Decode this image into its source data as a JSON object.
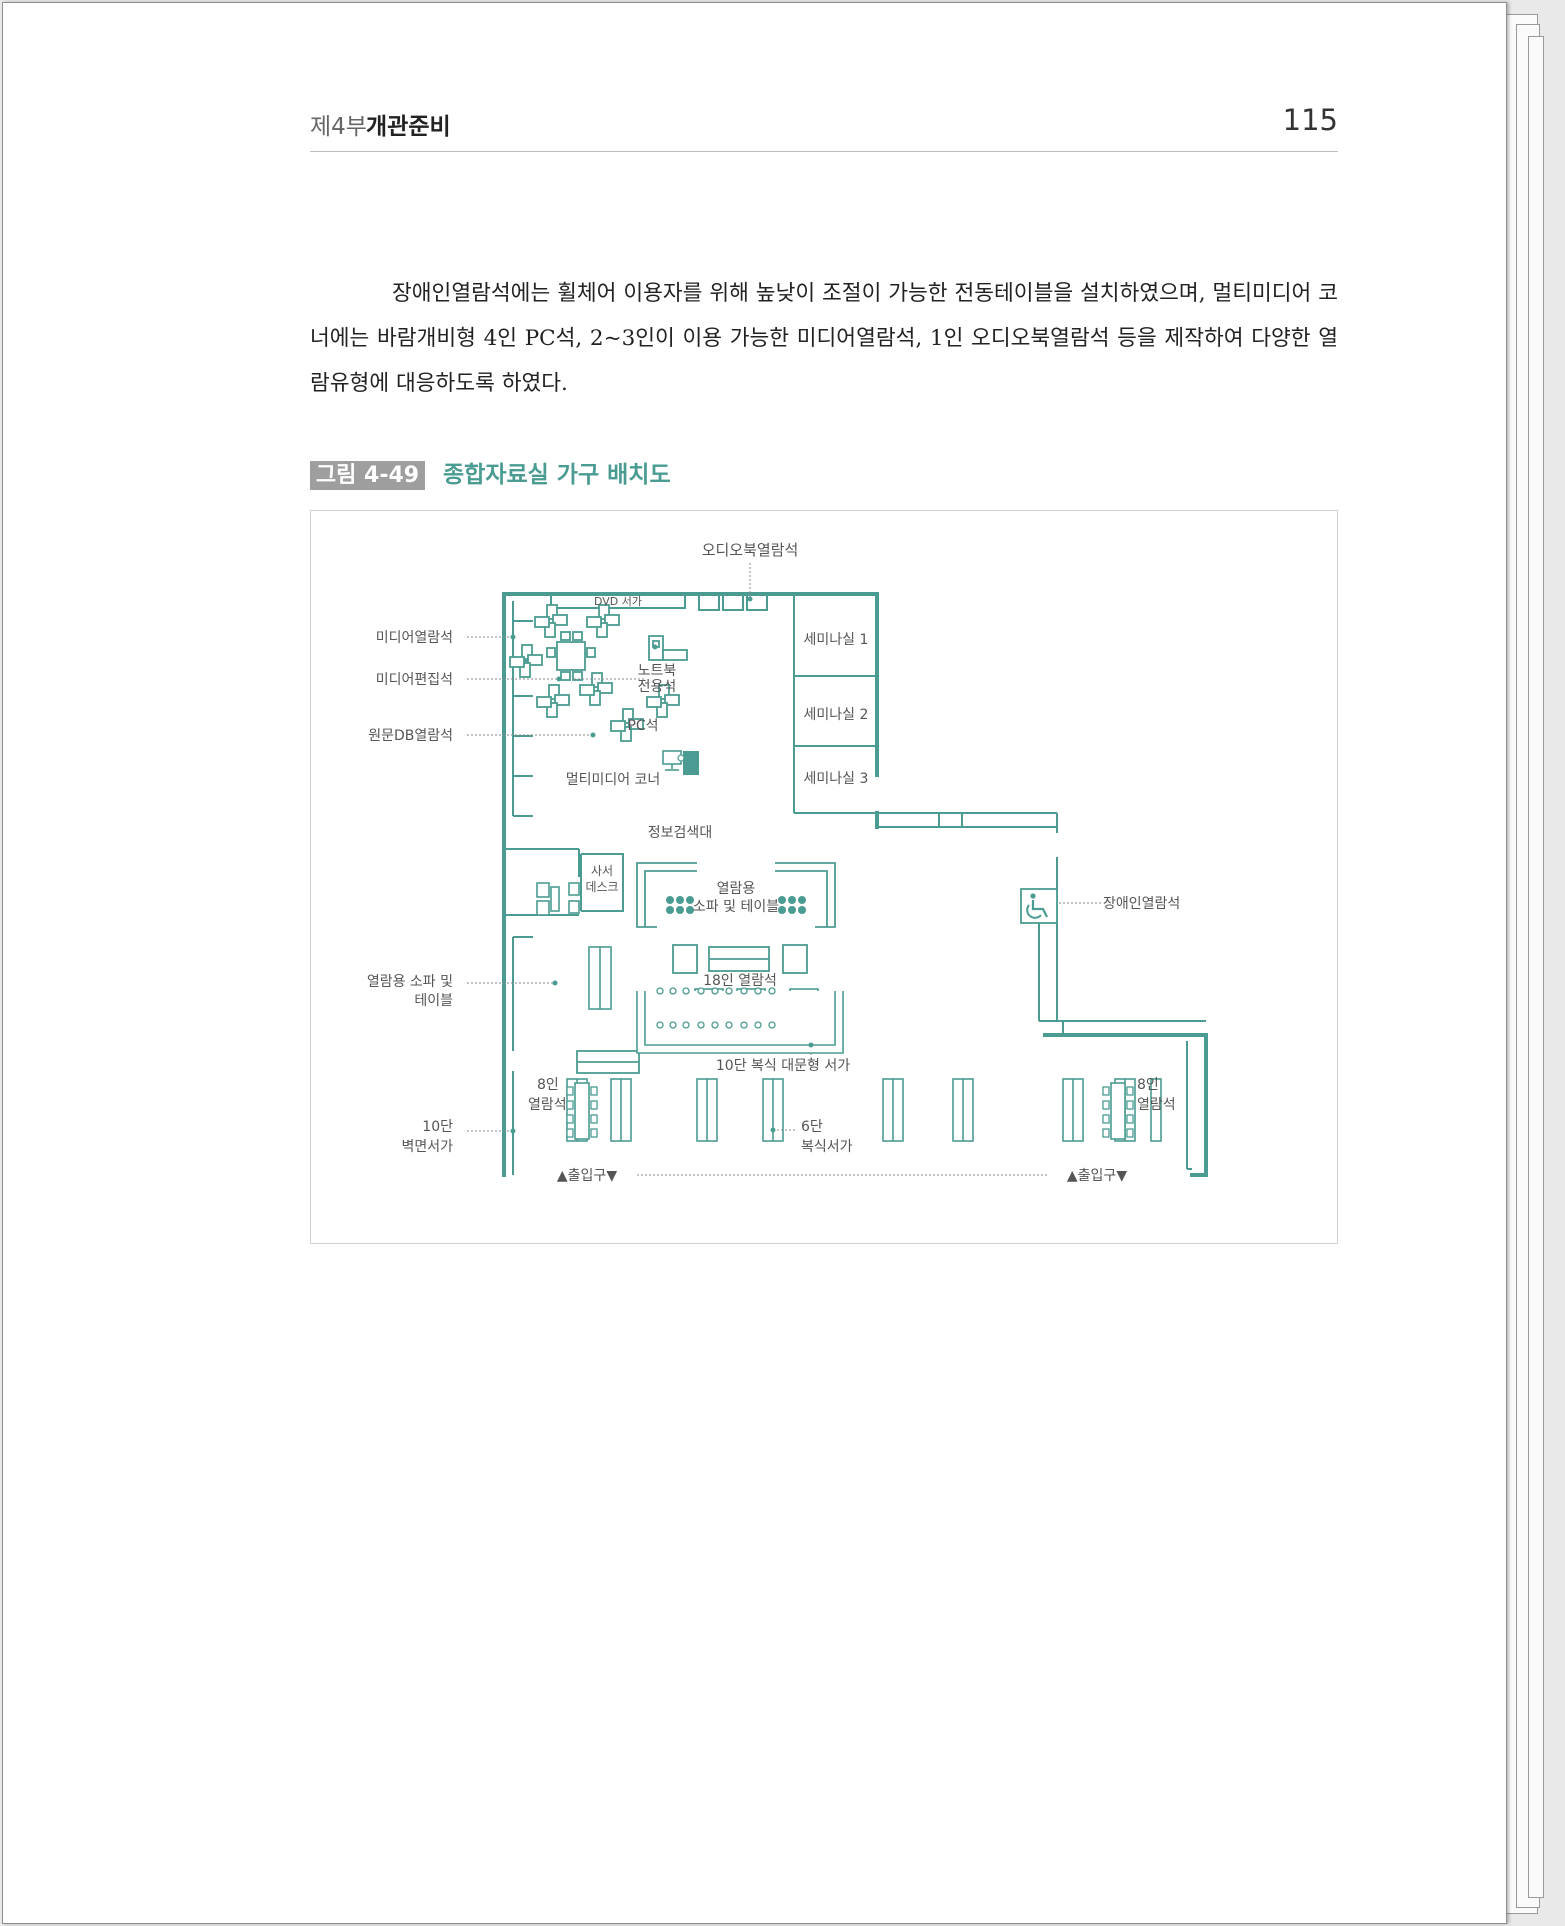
{
  "header": {
    "part": "제4부",
    "title": "개관준비",
    "page_number": "115"
  },
  "body": {
    "paragraph": "장애인열람석에는 휠체어 이용자를 위해 높낮이 조절이 가능한 전동테이블을 설치하였으며, 멀티미디어 코너에는 바람개비형 4인 PC석, 2~3인이 이용 가능한 미디어열람석, 1인 오디오북열람석 등을 제작하여 다양한 열람유형에 대응하도록 하였다."
  },
  "figure": {
    "number": "그림 4-49",
    "title": "종합자료실 가구 배치도",
    "colors": {
      "wall": "#4a9c92",
      "label": "#555555",
      "leader": "#8a8a8a"
    },
    "icons": [
      "wheelchair-icon",
      "computer-icon"
    ],
    "labels": {
      "audiobook": "오디오북열람석",
      "dvd": "DVD 서가",
      "seminar1": "세미나실 1",
      "seminar2": "세미나실 2",
      "seminar3": "세미나실 3",
      "media_reading": "미디어열람석",
      "media_editing": "미디어편집석",
      "original_db": "원문DB열람석",
      "laptop_1": "노트북",
      "laptop_2": "전용석",
      "pc": "PC석",
      "multimedia_corner": "멀티미디어 코너",
      "info_search": "정보검색대",
      "librarian_1": "사서",
      "librarian_2": "데스크",
      "lounge_1": "열람용",
      "lounge_2": "소파 및 테이블",
      "disabled": "장애인열람석",
      "sofa_left_1": "열람용 소파 및",
      "sofa_left_2": "테이블",
      "seat18": "18인 열람석",
      "shelf10": "10단 복식 대문형 서가",
      "seat8_left_1": "8인",
      "seat8_left_2": "열람석",
      "seat8_right_1": "8인",
      "seat8_right_2": "열람석",
      "wall10_1": "10단",
      "wall10_2": "벽면서가",
      "shelf6_1": "6단",
      "shelf6_2": "복식서가",
      "entrance_left": "▲출입구▼",
      "entrance_right": "▲출입구▼"
    }
  }
}
